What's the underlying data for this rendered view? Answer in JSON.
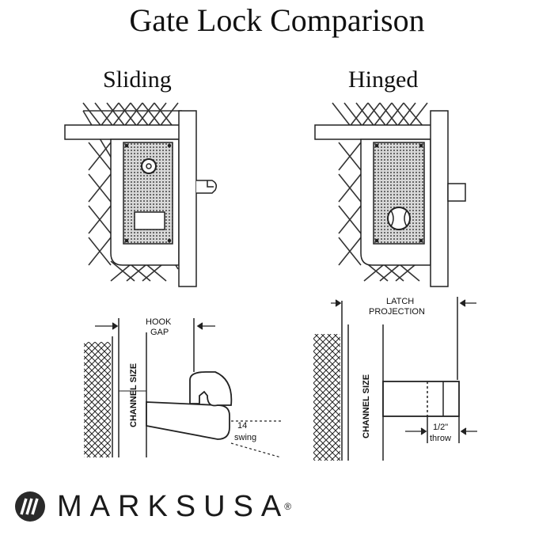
{
  "title": "Gate Lock Comparison",
  "panels": {
    "sliding": {
      "heading": "Sliding",
      "labels": {
        "hook_gap_1": "HOOK",
        "hook_gap_2": "GAP",
        "channel_size": "CHANNEL SIZE",
        "swing_1": "14",
        "swing_2": "swing"
      }
    },
    "hinged": {
      "heading": "Hinged",
      "labels": {
        "latch_1": "LATCH",
        "latch_2": "PROJECTION",
        "channel_size": "CHANNEL SIZE",
        "throw_1": "1/2\"",
        "throw_2": "throw"
      }
    }
  },
  "logo": {
    "brand": "MARKS",
    "suffix": "USA",
    "mark": "®"
  }
}
